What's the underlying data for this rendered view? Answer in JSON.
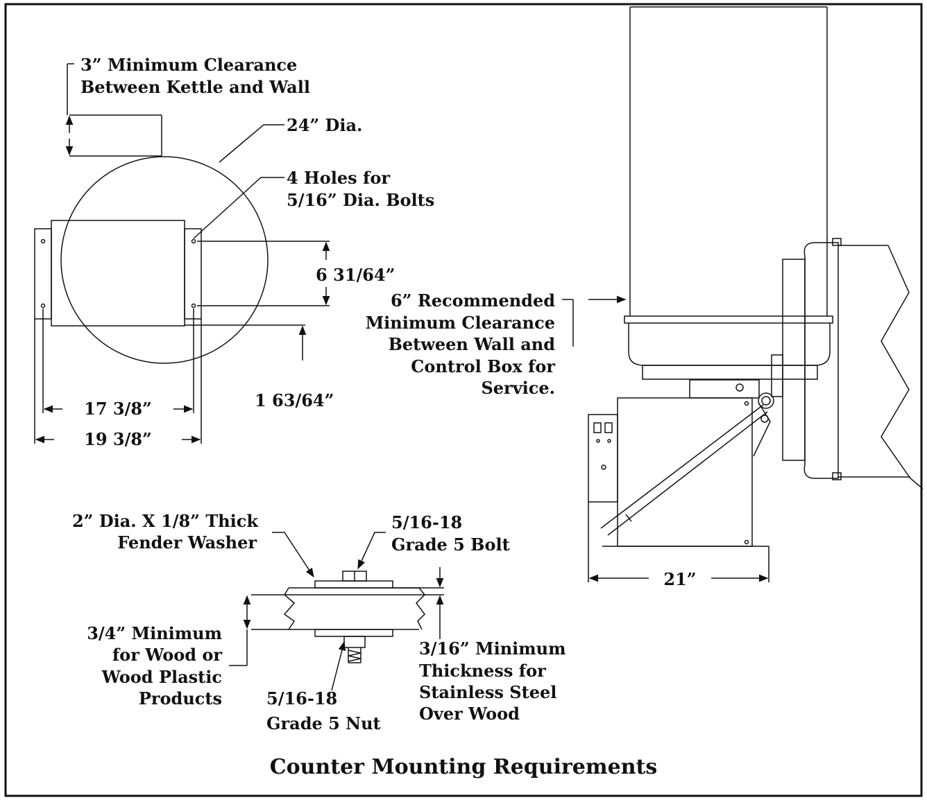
{
  "title": "Counter Mounting Requirements",
  "labels": {
    "clearance_kettle_wall": [
      "3” Minimum Clearance",
      "Between Kettle and Wall"
    ],
    "dia_24": "24” Dia.",
    "holes": [
      "4 Holes for",
      "5/16” Dia. Bolts"
    ],
    "dim_6_31_64": "6 31/64”",
    "dim_1_63_64": "1 63/64”",
    "dim_17_3_8": "17 3/8”",
    "dim_19_3_8": "19 3/8”",
    "clearance_control_box": [
      "6” Recommended",
      "Minimum Clearance",
      "Between Wall and",
      "Control Box for",
      "Service."
    ],
    "dim_21": "21”",
    "fender_washer": [
      "2” Dia. X 1/8” Thick",
      "Fender Washer"
    ],
    "bolt": [
      "5/16-18",
      "Grade 5 Bolt"
    ],
    "wood_min": [
      "3/4” Minimum",
      "for Wood or",
      "Wood Plastic",
      "Products"
    ],
    "nut": [
      "5/16-18",
      "Grade 5 Nut"
    ],
    "stainless_min": [
      "3/16” Minimum",
      "Thickness for",
      "Stainless Steel",
      "Over Wood"
    ]
  }
}
